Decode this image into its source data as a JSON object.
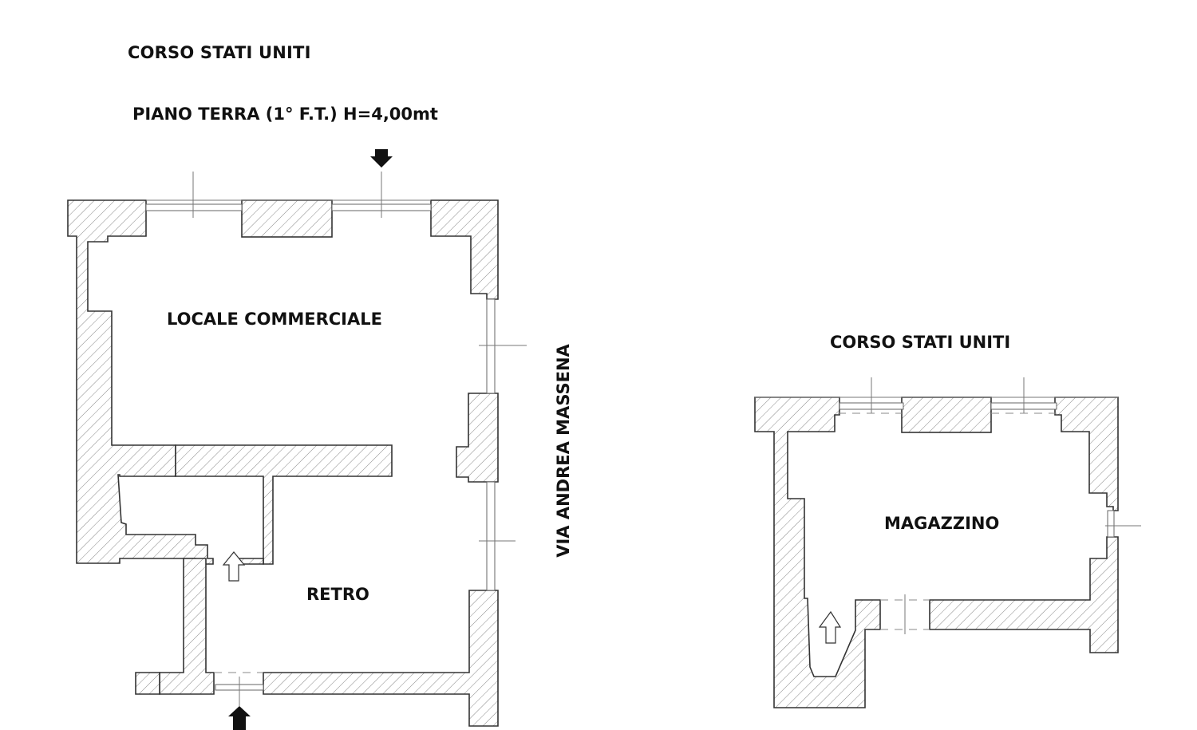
{
  "header": {
    "street_top": "CORSO STATI UNITI",
    "floor_label": "PIANO TERRA (1° F.T.) H=4,00mt"
  },
  "plan_left": {
    "rooms": [
      {
        "name": "LOCALE COMMERCIALE"
      },
      {
        "name": "RETRO"
      }
    ],
    "side_street": "VIA ANDREA MASSENA",
    "entrance_arrows": [
      "top-entrance-arrow",
      "bottom-entrance-arrow"
    ]
  },
  "plan_right": {
    "street": "CORSO STATI UNITI",
    "rooms": [
      {
        "name": "MAGAZZINO"
      }
    ]
  },
  "colors": {
    "wall_stroke": "#333333",
    "hatch": "#777777",
    "text": "#111111",
    "background": "#ffffff"
  }
}
